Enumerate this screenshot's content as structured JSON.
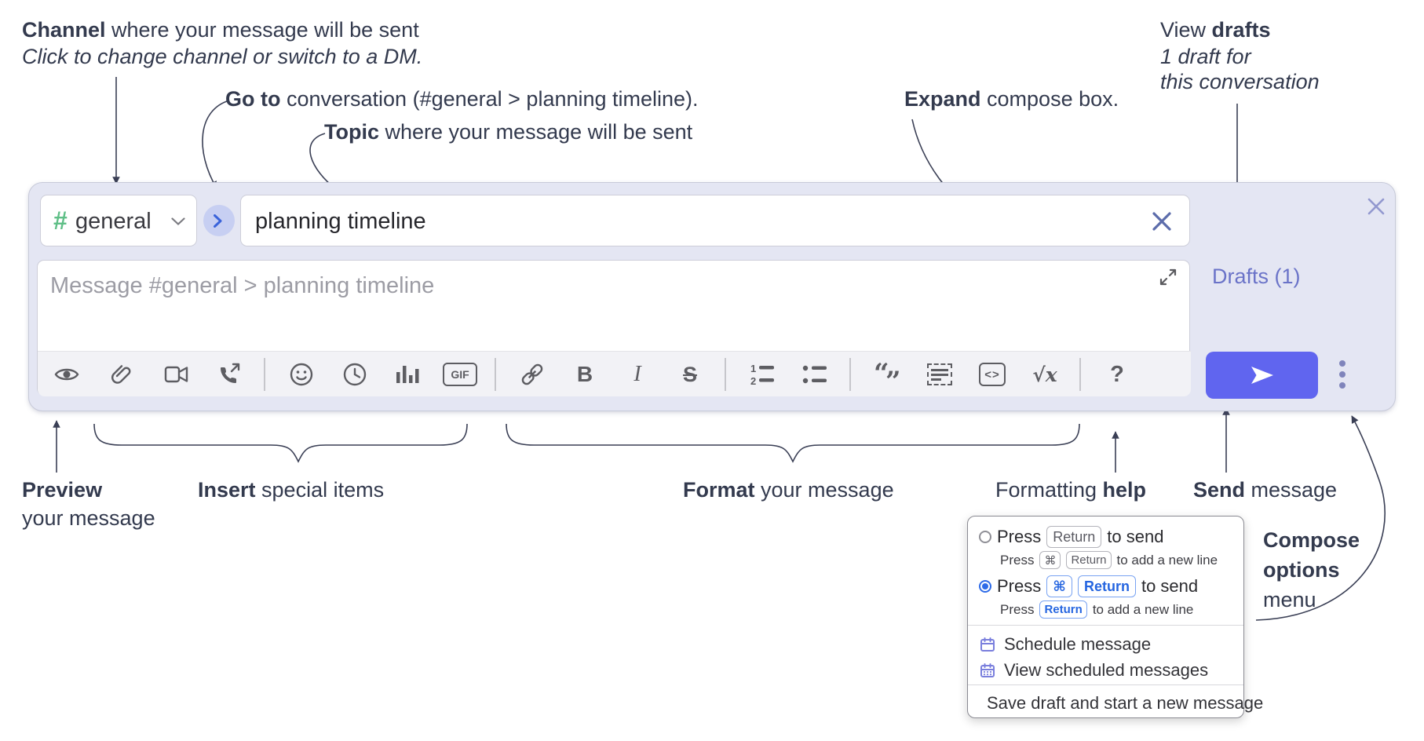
{
  "annotations": {
    "channel": {
      "bold": "Channel",
      "rest": " where your message will be sent",
      "line2": "Click to change channel or switch to a DM."
    },
    "goto": {
      "bold": "Go to",
      "rest": " conversation (#general > planning timeline)."
    },
    "topic": {
      "bold": "Topic",
      "rest": " where your message will be sent"
    },
    "expand": {
      "bold": "Expand",
      "rest": " compose box."
    },
    "drafts": {
      "pre": "View ",
      "bold": "drafts",
      "line2": "1 draft for",
      "line3": "this conversation"
    },
    "preview": {
      "bold": "Preview",
      "line2": "your message"
    },
    "insert": {
      "bold": "Insert",
      "rest": " special items"
    },
    "format": {
      "bold": "Format",
      "rest": " your message"
    },
    "help": {
      "pre": "Formatting ",
      "bold": "help"
    },
    "send": {
      "bold": "Send",
      "rest": " message"
    },
    "compose_options": {
      "line1": "Compose",
      "line2": "options",
      "line3": "menu"
    }
  },
  "compose": {
    "channel_hash": "#",
    "channel_name": "general",
    "topic_value": "planning timeline",
    "message_placeholder": "Message #general > planning timeline",
    "drafts_link": "Drafts (1)",
    "toolbar": {
      "gif_label": "GIF",
      "bold_glyph": "B",
      "italic_glyph": "I",
      "strike_glyph": "S",
      "ol_one": "1",
      "ol_two": "2",
      "quote_open": "“",
      "quote_close": "”",
      "code_glyph": "<>",
      "math_glyph": "√x",
      "help_glyph": "?",
      "icon_names": [
        "preview-eye",
        "attach-paperclip",
        "video-call",
        "voice-call",
        "emoji-smiley",
        "schedule-clock",
        "poll-bars",
        "gif",
        "link",
        "bold",
        "italic",
        "strikethrough",
        "numbered-list",
        "bulleted-list",
        "quote",
        "spoiler",
        "code",
        "math",
        "help"
      ]
    }
  },
  "popup": {
    "option1": {
      "pre": "Press",
      "key": "Return",
      "post": "to send",
      "sub_pre": "Press",
      "sub_key1": "⌘",
      "sub_key2": "Return",
      "sub_post": "to add a new line"
    },
    "option2": {
      "pre": "Press",
      "key1": "⌘",
      "key2": "Return",
      "post": "to send",
      "sub_pre": "Press",
      "sub_key": "Return",
      "sub_post": "to add a new line"
    },
    "items": [
      {
        "label": "Schedule message",
        "icon": "calendar-icon"
      },
      {
        "label": "View scheduled messages",
        "icon": "calendar-grid-icon"
      },
      {
        "label": "Save draft and start a new message",
        "icon": "draft-check-icon"
      }
    ]
  },
  "colors": {
    "compose_bg": "#e4e6f3",
    "send_button": "#6065ef",
    "drafts_link": "#6a73c8",
    "hash_green": "#5fbf87",
    "jump_circle_bg": "#c7cff2",
    "jump_arrow": "#3a63da",
    "key_blue": "#2565e0",
    "annotation_text": "#333a4e",
    "toolbar_icon": "#5d5d62"
  }
}
